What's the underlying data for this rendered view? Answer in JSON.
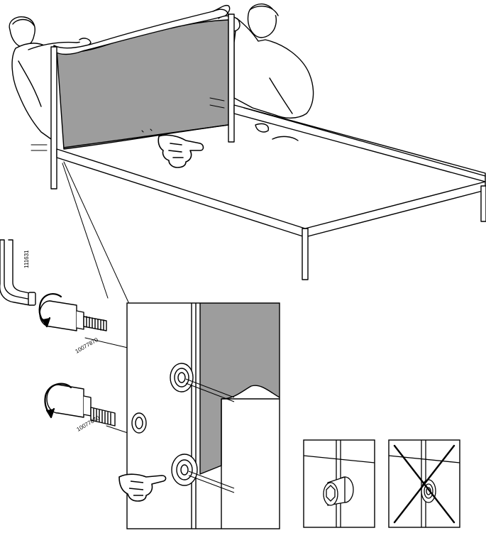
{
  "labels": {
    "doc_number": "111631",
    "part_number_top": "10077870",
    "part_number_bottom": "10077870"
  },
  "icons": {
    "pointing_hand_main": "pointing-hand-icon",
    "pointing_hand_detail": "pointing-hand-icon",
    "wrong_cross": "cross-icon",
    "rotate_arrow": "rotate-arrow-icon",
    "allen_key": "allen-key-icon"
  },
  "colors": {
    "panel_fill": "#9d9d9d",
    "line": "#000000",
    "background": "#ffffff"
  }
}
